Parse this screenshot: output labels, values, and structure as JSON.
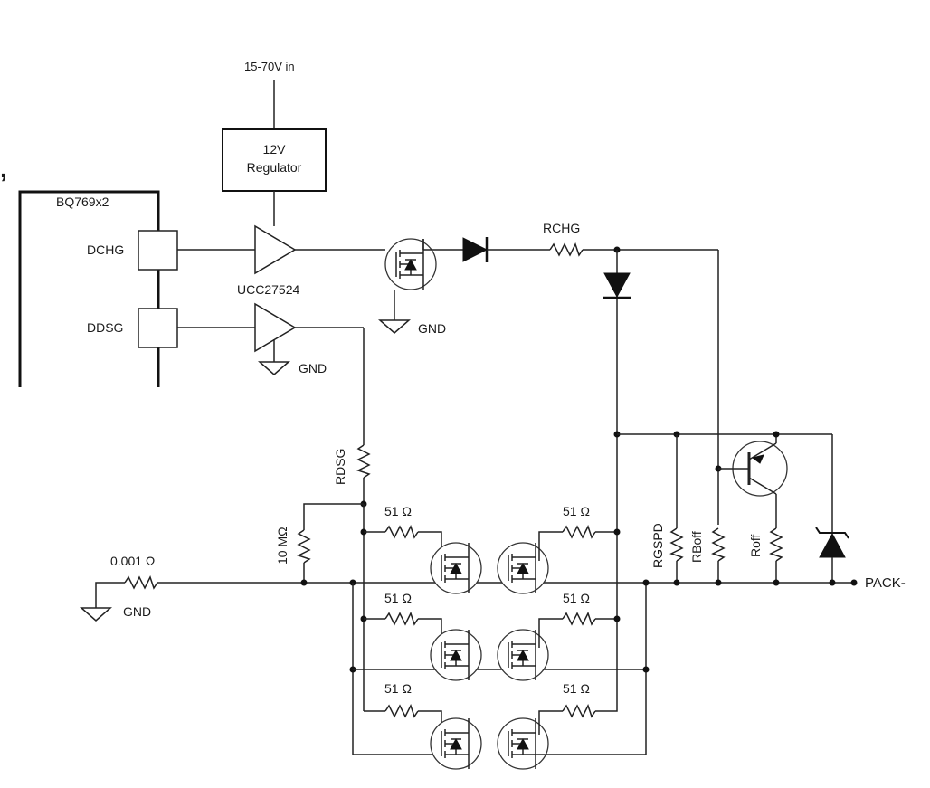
{
  "supply": {
    "input_label": "15-70V in"
  },
  "regulator": {
    "line1": "12V",
    "line2": "Regulator"
  },
  "ic": {
    "name": "BQ769x2",
    "pin_dchg": "DCHG",
    "pin_ddsg": "DDSG"
  },
  "driver": {
    "name": "UCC27524"
  },
  "labels": {
    "gnd": "GND",
    "rchg": "RCHG",
    "rdsg": "RDSG",
    "r10m": "10 MΩ",
    "rsense": "0.001 Ω",
    "r51": "51 Ω",
    "rgspd": "RGSPD",
    "rboff": "RBoff",
    "roff": "Roff",
    "pack": "PACK-",
    "tick": ","
  },
  "colors": {
    "wire": "#222222",
    "background": "#ffffff"
  }
}
